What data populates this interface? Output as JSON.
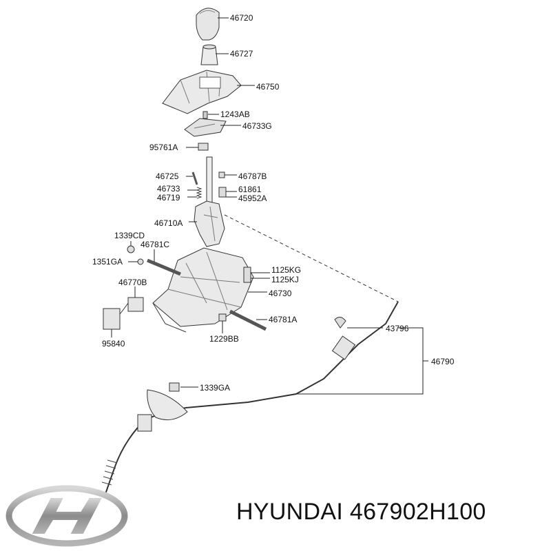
{
  "caption": {
    "brand": "HYUNDAI",
    "part_number": "467902H100"
  },
  "logo": {
    "name": "hyundai-logo",
    "color": "#8c8c8c"
  },
  "colors": {
    "line": "#222222",
    "part_fill": "#e8e8e8",
    "part_stroke": "#333333"
  },
  "labels": [
    "46720",
    "46727",
    "46750",
    "1243AB",
    "46733G",
    "95761A",
    "46725",
    "46787B",
    "46733",
    "46719",
    "61861",
    "45952A",
    "46710A",
    "1339CD",
    "46781C",
    "1351GA",
    "1125KG",
    "1125KJ",
    "46770B",
    "46730",
    "46781A",
    "1229BB",
    "95840",
    "43796",
    "46790",
    "1339GA"
  ]
}
